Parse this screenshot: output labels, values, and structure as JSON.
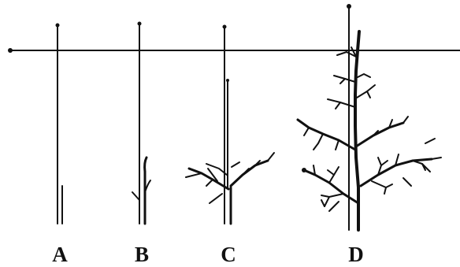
{
  "stages": [
    {
      "id": "a",
      "label": "A"
    },
    {
      "id": "b",
      "label": "B"
    },
    {
      "id": "c",
      "label": "C"
    },
    {
      "id": "d",
      "label": "D"
    }
  ],
  "colors": {
    "ink": "#111111",
    "background": "#ffffff"
  }
}
